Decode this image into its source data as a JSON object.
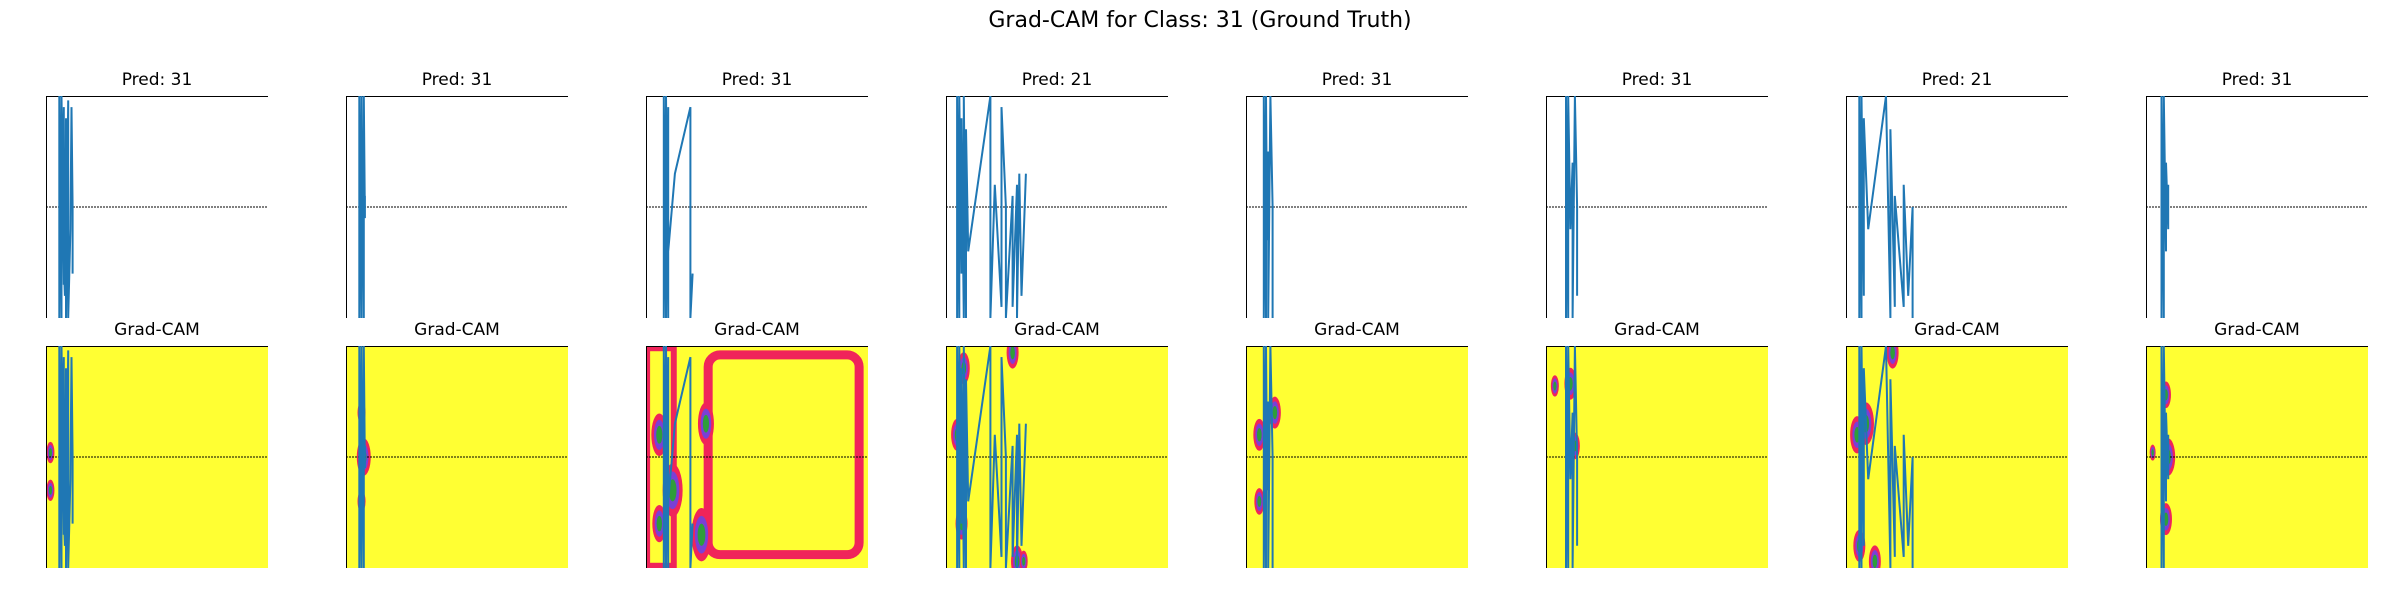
{
  "figure": {
    "title": "Grad-CAM for Class: 31 (Ground Truth)"
  },
  "chart_data": {
    "type": "line",
    "title": "Grad-CAM for Class: 31 (Ground Truth)",
    "gradcam_label": "Grad-CAM",
    "colors": {
      "signal": "#1f77b4",
      "heatmap_base": "#ffff33",
      "heatmap_hot": "#f0245a",
      "heatmap_mid": "#7b3fd6",
      "heatmap_cool": "#2e9e3a",
      "midline": "#000000"
    },
    "samples": [
      {
        "pred_label": "Pred: 31",
        "signal": [
          [
            0.06,
            0
          ],
          [
            0.06,
            1
          ],
          [
            0.07,
            0
          ],
          [
            0.07,
            1
          ],
          [
            0.08,
            0.15
          ],
          [
            0.08,
            0.95
          ],
          [
            0.075,
            0.4
          ],
          [
            0.085,
            0.1
          ],
          [
            0.09,
            0.9
          ],
          [
            0.09,
            0
          ],
          [
            0.095,
            0.5
          ],
          [
            0.1,
            0.98
          ],
          [
            0.1,
            0
          ],
          [
            0.11,
            0.4
          ],
          [
            0.115,
            0.95
          ],
          [
            0.12,
            0.5
          ],
          [
            0.12,
            0.2
          ]
        ],
        "hotspots": [
          [
            0.02,
            0.35,
            0.02
          ],
          [
            0.02,
            0.52,
            0.02
          ]
        ]
      },
      {
        "pred_label": "Pred: 31",
        "signal": [
          [
            0.06,
            0
          ],
          [
            0.06,
            1
          ],
          [
            0.07,
            0
          ],
          [
            0.07,
            1
          ],
          [
            0.075,
            0.4
          ],
          [
            0.075,
            0.6
          ],
          [
            0.08,
            0
          ],
          [
            0.08,
            1
          ],
          [
            0.085,
            0.45
          ],
          [
            0.085,
            0.55
          ]
        ],
        "hotspots": [
          [
            0.08,
            0.5,
            0.035
          ],
          [
            0.07,
            0.3,
            0.02
          ],
          [
            0.07,
            0.7,
            0.02
          ]
        ]
      },
      {
        "pred_label": "Pred: 31",
        "signal": [
          [
            0.08,
            0
          ],
          [
            0.08,
            1
          ],
          [
            0.09,
            0
          ],
          [
            0.09,
            1
          ],
          [
            0.1,
            0
          ],
          [
            0.1,
            0.95
          ],
          [
            0.1,
            0.3
          ],
          [
            0.13,
            0.65
          ],
          [
            0.2,
            0.95
          ],
          [
            0.2,
            0
          ],
          [
            0.21,
            0.2
          ]
        ],
        "hotspots": [
          [
            0.06,
            0.2,
            0.035
          ],
          [
            0.06,
            0.6,
            0.04
          ],
          [
            0.12,
            0.35,
            0.05
          ],
          [
            0.25,
            0.15,
            0.05
          ],
          [
            0.27,
            0.65,
            0.04
          ]
        ],
        "border": true
      },
      {
        "pred_label": "Pred: 21",
        "signal": [
          [
            0.05,
            0
          ],
          [
            0.05,
            1
          ],
          [
            0.06,
            0
          ],
          [
            0.06,
            1
          ],
          [
            0.07,
            0.2
          ],
          [
            0.07,
            0.9
          ],
          [
            0.08,
            0
          ],
          [
            0.08,
            1
          ],
          [
            0.09,
            0
          ],
          [
            0.09,
            0.85
          ],
          [
            0.1,
            0.3
          ],
          [
            0.2,
            1
          ],
          [
            0.2,
            0
          ],
          [
            0.22,
            0.6
          ],
          [
            0.25,
            0.05
          ],
          [
            0.25,
            0.95
          ],
          [
            0.27,
            0.5
          ],
          [
            0.27,
            0
          ],
          [
            0.3,
            0.55
          ],
          [
            0.3,
            0.05
          ],
          [
            0.32,
            0.6
          ],
          [
            0.32,
            0
          ],
          [
            0.33,
            0.65
          ],
          [
            0.34,
            0.1
          ],
          [
            0.36,
            0.65
          ]
        ],
        "hotspots": [
          [
            0.05,
            0.6,
            0.03
          ],
          [
            0.07,
            0.2,
            0.03
          ],
          [
            0.08,
            0.9,
            0.03
          ],
          [
            0.3,
            0.97,
            0.03
          ],
          [
            0.32,
            0.03,
            0.03
          ],
          [
            0.35,
            0.03,
            0.02
          ]
        ]
      },
      {
        "pred_label": "Pred: 31",
        "signal": [
          [
            0.08,
            0
          ],
          [
            0.08,
            1
          ],
          [
            0.09,
            0
          ],
          [
            0.09,
            1
          ],
          [
            0.095,
            0.35
          ],
          [
            0.1,
            0.75
          ],
          [
            0.1,
            0
          ],
          [
            0.11,
            1
          ],
          [
            0.12,
            0.5
          ],
          [
            0.12,
            0
          ]
        ],
        "hotspots": [
          [
            0.06,
            0.3,
            0.025
          ],
          [
            0.06,
            0.6,
            0.03
          ],
          [
            0.13,
            0.7,
            0.03
          ]
        ]
      },
      {
        "pred_label": "Pred: 31",
        "signal": [
          [
            0.09,
            0
          ],
          [
            0.09,
            1
          ],
          [
            0.1,
            0
          ],
          [
            0.1,
            1
          ],
          [
            0.11,
            0.4
          ],
          [
            0.12,
            0.7
          ],
          [
            0.12,
            0
          ],
          [
            0.13,
            1
          ],
          [
            0.14,
            0.5
          ],
          [
            0.14,
            0.1
          ]
        ],
        "hotspots": [
          [
            0.04,
            0.82,
            0.02
          ],
          [
            0.11,
            0.83,
            0.03
          ],
          [
            0.13,
            0.55,
            0.025
          ]
        ]
      },
      {
        "pred_label": "Pred: 21",
        "signal": [
          [
            0.06,
            0
          ],
          [
            0.06,
            1
          ],
          [
            0.07,
            0
          ],
          [
            0.07,
            1
          ],
          [
            0.08,
            0.1
          ],
          [
            0.08,
            0.9
          ],
          [
            0.1,
            0.4
          ],
          [
            0.18,
            1
          ],
          [
            0.2,
            0
          ],
          [
            0.2,
            0.85
          ],
          [
            0.22,
            0.05
          ],
          [
            0.22,
            0.55
          ],
          [
            0.26,
            0.05
          ],
          [
            0.26,
            0.6
          ],
          [
            0.28,
            0.1
          ],
          [
            0.3,
            0.5
          ],
          [
            0.3,
            0
          ]
        ],
        "hotspots": [
          [
            0.05,
            0.6,
            0.035
          ],
          [
            0.09,
            0.65,
            0.04
          ],
          [
            0.06,
            0.1,
            0.03
          ],
          [
            0.13,
            0.03,
            0.03
          ],
          [
            0.21,
            0.97,
            0.03
          ]
        ]
      },
      {
        "pred_label": "Pred: 31",
        "signal": [
          [
            0.07,
            0
          ],
          [
            0.07,
            1
          ],
          [
            0.08,
            0
          ],
          [
            0.08,
            1
          ],
          [
            0.09,
            0.3
          ],
          [
            0.09,
            0.7
          ],
          [
            0.1,
            0.4
          ],
          [
            0.1,
            0.6
          ]
        ],
        "hotspots": [
          [
            0.03,
            0.52,
            0.015
          ],
          [
            0.1,
            0.5,
            0.035
          ],
          [
            0.09,
            0.22,
            0.03
          ],
          [
            0.09,
            0.78,
            0.025
          ]
        ]
      }
    ]
  }
}
